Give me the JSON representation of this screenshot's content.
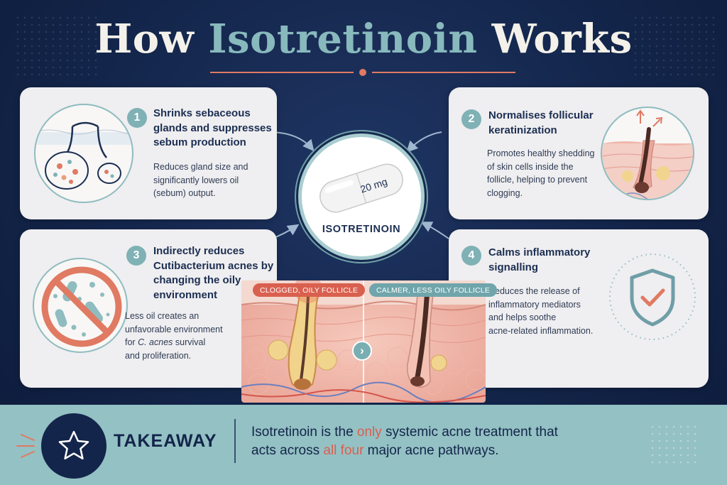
{
  "title": {
    "part1": "How ",
    "highlight": "Isotretinoin",
    "part2": " Works"
  },
  "center": {
    "pill_label": "20 mg",
    "drug_name": "ISOTRETINOIN"
  },
  "cards": [
    {
      "number": "1",
      "heading": [
        "Shrinks sebaceous",
        "glands and suppresses",
        "sebum production"
      ],
      "desc": [
        "Reduces gland size and",
        "significantly lowers oil",
        "(sebum) output."
      ],
      "icon": "sebaceous-gland-icon"
    },
    {
      "number": "2",
      "heading": [
        "Normalises follicular",
        "keratinization"
      ],
      "desc": [
        "Promotes healthy shedding",
        "of skin cells inside the",
        "follicle, helping to prevent",
        "clogging."
      ],
      "icon": "hair-follicle-icon"
    },
    {
      "number": "3",
      "heading": [
        "Indirectly reduces",
        "Cutibacterium acnes by",
        "changing the oily",
        "environment"
      ],
      "desc_lines": [
        "Less oil creates an",
        "unfavorable environment"
      ],
      "desc_prefix": "for ",
      "desc_italic": "C. acnes",
      "desc_suffix": " survival",
      "desc_last": "and proliferation.",
      "icon": "no-bacteria-icon"
    },
    {
      "number": "4",
      "heading": [
        "Calms inflammatory",
        "signalling"
      ],
      "desc": [
        "Reduces the release of",
        "inflammatory mediators",
        "and helps soothe",
        "acne-related inflammation."
      ],
      "icon": "shield-check-icon"
    }
  ],
  "comparison": {
    "left_tag": "CLOGGED, OILY FOLLICLE",
    "right_tag": "CALMER, LESS OILY FOLLICLE",
    "arrow": "›"
  },
  "takeaway": {
    "label": "TAKEAWAY",
    "line1_a": "Isotretinoin is the ",
    "line1_hl": "only",
    "line1_b": " systemic acne treatment that",
    "line2_a": "acts across ",
    "line2_hl": "all four",
    "line2_b": " major acne pathways."
  },
  "colors": {
    "background": "#13254a",
    "accent_teal": "#88b9bd",
    "accent_coral": "#d9604f",
    "card": "#efeef0",
    "takeaway_band": "#94c1c4"
  }
}
